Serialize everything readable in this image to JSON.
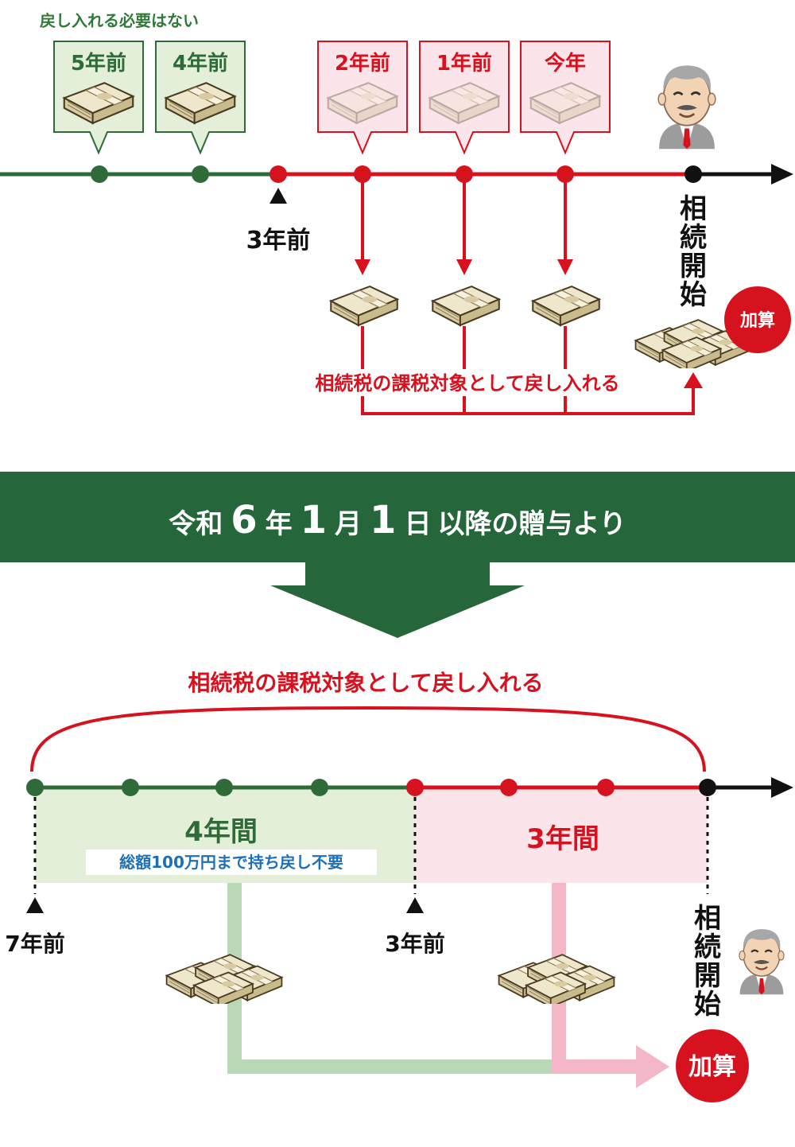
{
  "colors": {
    "green": "#2e6b39",
    "green_dark": "#25663a",
    "green_light_bg": "#e3efd9",
    "red": "#d6121f",
    "pink_bg": "#fbe5ea",
    "pink_bar": "#f3b7c8",
    "light_green_bar": "#b9d8b5",
    "black": "#111111",
    "blue": "#1d6fb8"
  },
  "top": {
    "no_return_label": "戻し入れる必要はない",
    "boxes": [
      {
        "label": "5年前",
        "kind": "green"
      },
      {
        "label": "4年前",
        "kind": "green"
      },
      {
        "label": "2年前",
        "kind": "red"
      },
      {
        "label": "1年前",
        "kind": "red"
      },
      {
        "label": "今年",
        "kind": "red"
      }
    ],
    "marker_3y": "3年前",
    "start": [
      "相",
      "続",
      "開",
      "始"
    ],
    "add_badge": "加算",
    "return_label": "相続税の課税対象として戻し入れる"
  },
  "banner": {
    "parts": [
      "令和",
      "6",
      "年",
      "1",
      "月",
      "1",
      "日",
      "以降の贈与より"
    ]
  },
  "bottom": {
    "return_label": "相続税の課税対象として戻し入れる",
    "period_4y": "4年間",
    "period_4y_note": "総額100万円まで持ち戻し不要",
    "period_3y": "3年間",
    "marker_7y": "7年前",
    "marker_3y": "3年前",
    "start": [
      "相",
      "続",
      "開",
      "始"
    ],
    "add_badge": "加算"
  }
}
